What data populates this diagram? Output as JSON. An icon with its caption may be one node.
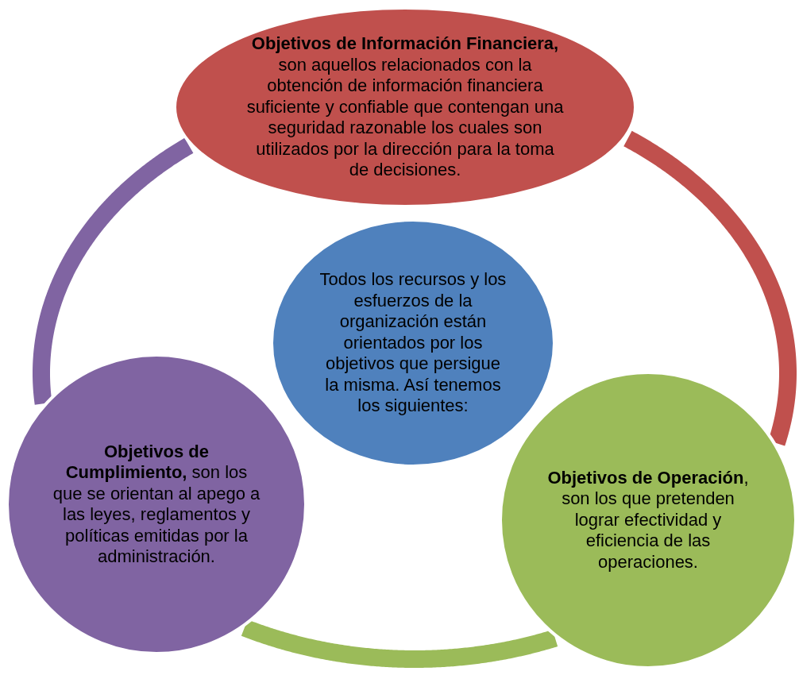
{
  "diagram": {
    "nodes": [
      {
        "text": [
          "**Objetivos de Información Financiera,** son aquellos relacionados con la obtención de información financiera suficiente y confiable que contengan una seguridad razonable los cuales son utilizados por la dirección para la toma de decisiones."
        ]
      },
      {
        "text": [
          "Todos los recursos y los esfuerzos de la organización están orientados por los objetivos que persigue la misma.  Así tenemos los siguientes:"
        ]
      },
      {
        "text": [
          "**Objetivos de Cumplimiento,** son los que se orientan al apego a las leyes, reglamentos y políticas emitidas por la administración."
        ]
      },
      {
        "text": [
          "**Objetivos de Operación**, son los que pretenden lograr efectividad y eficiencia de las operaciones."
        ]
      }
    ],
    "edges": [
      {
        "from": 0,
        "to": 3,
        "arrow": "none",
        "color": "#c0504d"
      },
      {
        "from": 3,
        "to": 2,
        "arrow": "none",
        "color": "#9bbb59"
      },
      {
        "from": 2,
        "to": 0,
        "arrow": "none",
        "color": "#8064a2"
      }
    ]
  }
}
